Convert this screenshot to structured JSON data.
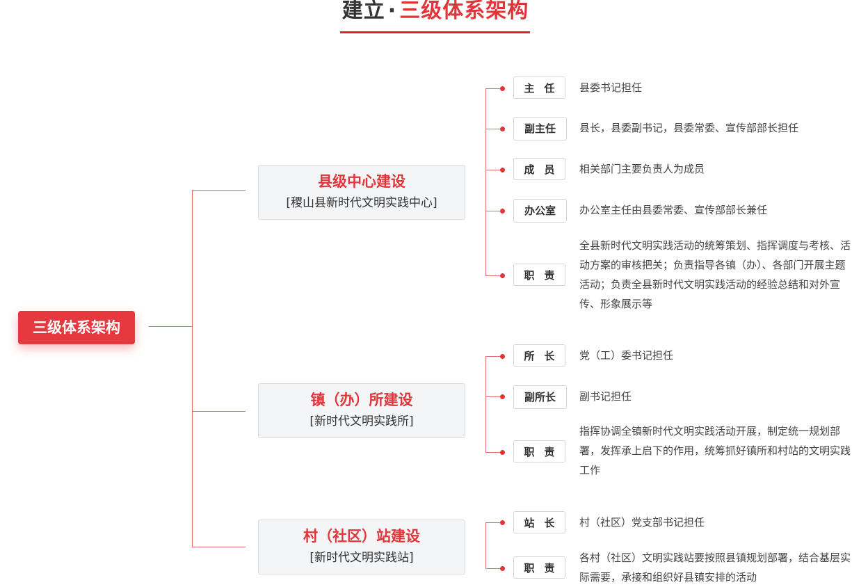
{
  "title": {
    "part1": "建立",
    "separator": "·",
    "part2": "三级体系架构"
  },
  "root": {
    "label": "三级体系架构"
  },
  "levels": [
    {
      "title": "县级中心建设",
      "subtitle": "[稷山县新时代文明实践中心]",
      "roles": [
        {
          "label": "主任",
          "desc": "县委书记担任"
        },
        {
          "label": "副主任",
          "desc": "县长，县委副书记，县委常委、宣传部部长担任"
        },
        {
          "label": "成员",
          "desc": "相关部门主要负责人为成员"
        },
        {
          "label": "办公室",
          "desc": "办公室主任由县委常委、宣传部部长兼任"
        },
        {
          "label": "职责",
          "desc": "全县新时代文明实践活动的统筹策划、指挥调度与考核、活动方案的审核把关；负责指导各镇（办）、各部门开展主题活动；负责全县新时代文明实践活动的经验总结和对外宣传、形象展示等"
        }
      ]
    },
    {
      "title": "镇（办）所建设",
      "subtitle": "[新时代文明实践所]",
      "roles": [
        {
          "label": "所长",
          "desc": "党（工）委书记担任"
        },
        {
          "label": "副所长",
          "desc": "副书记担任"
        },
        {
          "label": "职责",
          "desc": "指挥协调全镇新时代文明实践活动开展，制定统一规划部署，发挥承上启下的作用，统筹抓好镇所和村站的文明实践工作"
        }
      ]
    },
    {
      "title": "村（社区）站建设",
      "subtitle": "[新时代文明实践站]",
      "roles": [
        {
          "label": "站长",
          "desc": "村（社区）党支部书记担任"
        },
        {
          "label": "职责",
          "desc": "各村（社区）文明实践站要按照县镇规划部署，结合基层实际需要，承接和组织好县镇安排的活动"
        }
      ]
    }
  ],
  "colors": {
    "accent": "#e2353a",
    "root_bg": "#e6393f",
    "line": "#e06a6d"
  }
}
